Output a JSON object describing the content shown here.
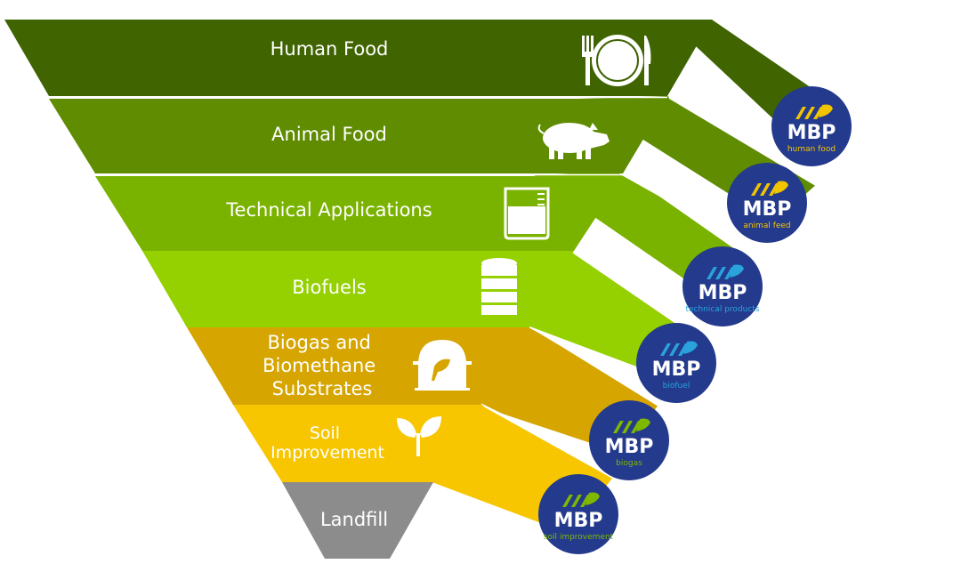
{
  "levels": [
    {
      "id": "human-food",
      "label_lines": [
        "Human Food"
      ],
      "color": "#3f6400",
      "icon": "plate-fork-knife-icon",
      "badge": {
        "brand": "MBP",
        "sub": "human food",
        "logo_color": "#f2c500"
      }
    },
    {
      "id": "animal-food",
      "label_lines": [
        "Animal Food"
      ],
      "color": "#5f8c00",
      "icon": "pig-icon",
      "badge": {
        "brand": "MBP",
        "sub": "animal feed",
        "logo_color": "#f2c500"
      }
    },
    {
      "id": "technical-applications",
      "label_lines": [
        "Technical Applications"
      ],
      "color": "#7ab200",
      "icon": "measuring-beaker-icon",
      "badge": {
        "brand": "MBP",
        "sub": "technical products",
        "logo_color": "#29a3dc"
      }
    },
    {
      "id": "biofuels",
      "label_lines": [
        "Biofuels"
      ],
      "color": "#95d000",
      "icon": "oil-barrel-icon",
      "badge": {
        "brand": "MBP",
        "sub": "biofuel",
        "logo_color": "#29a3dc"
      }
    },
    {
      "id": "biogas-biomethane",
      "label_lines": [
        "Biogas and",
        "Biomethane",
        "Substrates"
      ],
      "color": "#d6a500",
      "icon": "biogas-plant-icon",
      "badge": {
        "brand": "MBP",
        "sub": "biogas",
        "logo_color": "#7fb800"
      }
    },
    {
      "id": "soil-improvement",
      "label_lines": [
        "Soil",
        "Improvement"
      ],
      "color": "#f7c600",
      "icon": "sprout-icon",
      "badge": {
        "brand": "MBP",
        "sub": "soil improvement",
        "logo_color": "#7fb800"
      }
    },
    {
      "id": "landfill",
      "label_lines": [
        "Landfill"
      ],
      "color": "#8c8c8c",
      "icon": null,
      "badge": null
    }
  ],
  "colors": {
    "badge_bg": "#243a8c",
    "separator": "#ffffff"
  }
}
